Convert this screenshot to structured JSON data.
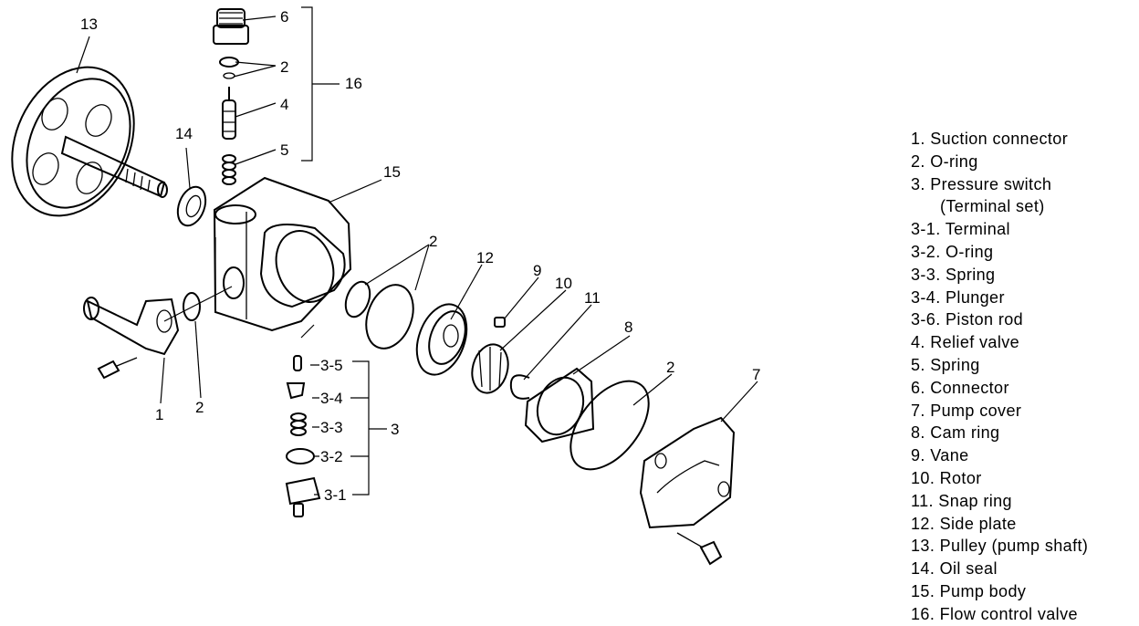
{
  "callouts": {
    "c13": "13",
    "c6": "6",
    "c2_top": "2",
    "c16": "16",
    "c4": "4",
    "c5": "5",
    "c14": "14",
    "c15": "15",
    "c2_mid": "2",
    "c12": "12",
    "c9": "9",
    "c10": "10",
    "c11": "11",
    "c8": "8",
    "c2_right": "2",
    "c7": "7",
    "c1": "1",
    "c2_left": "2",
    "c3_5": "3-5",
    "c3_4": "3-4",
    "c3_3": "3-3",
    "c3_2": "3-2",
    "c3_1": "3-1",
    "c3": "3"
  },
  "legend": [
    "1. Suction connector",
    "2. O-ring",
    "3. Pressure switch",
    "(Terminal set)",
    "3-1. Terminal",
    "3-2. O-ring",
    "3-3. Spring",
    "3-4. Plunger",
    "3-6. Piston rod",
    "4. Relief valve",
    "5. Spring",
    "6. Connector",
    "7. Pump cover",
    "8. Cam ring",
    "9. Vane",
    "10. Rotor",
    "11. Snap ring",
    "12. Side plate",
    "13. Pulley (pump shaft)",
    "14. Oil seal",
    "15. Pump body",
    "16. Flow control valve"
  ]
}
